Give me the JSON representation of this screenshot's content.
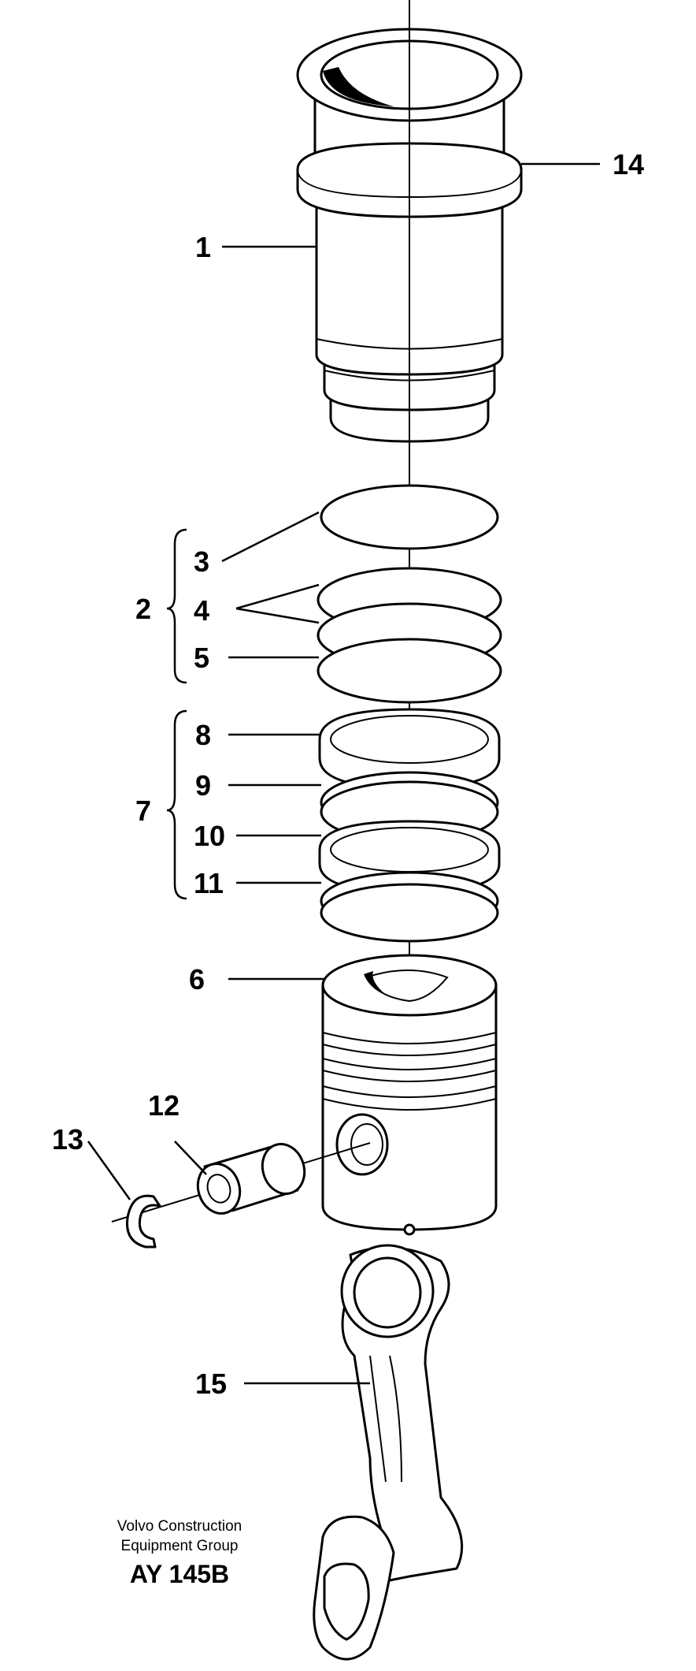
{
  "callouts": {
    "c1": "1",
    "c2": "2",
    "c3": "3",
    "c4": "4",
    "c5": "5",
    "c6": "6",
    "c7": "7",
    "c8": "8",
    "c9": "9",
    "c10": "10",
    "c11": "11",
    "c12": "12",
    "c13": "13",
    "c14": "14",
    "c15": "15"
  },
  "footer": {
    "company_line1": "Volvo Construction",
    "company_line2": "Equipment Group",
    "drawing_code": "AY 145B"
  }
}
